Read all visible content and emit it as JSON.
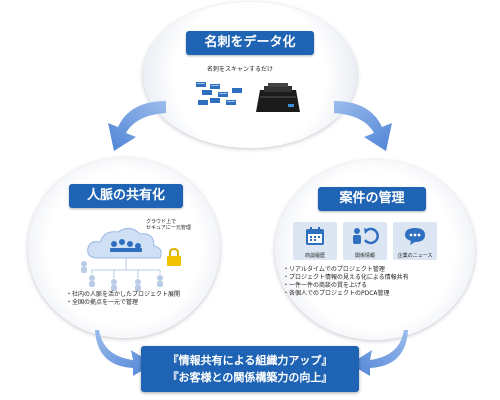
{
  "top": {
    "title": "名刺をデータ化",
    "caption": "名刺をスキャンするだけ"
  },
  "left": {
    "title": "人脈の共有化",
    "cloud_caption": [
      "クラウド上で",
      "セキュアに一元管理"
    ],
    "bullets": [
      "・社内の人脈を活かしたプロジェクト展開",
      "・全国の拠点を一元で管理"
    ]
  },
  "right": {
    "title": "案件の管理",
    "icons": [
      "商談履歴",
      "関係情報",
      "企業のニュース"
    ],
    "bullets": [
      "・リアルタイムでのプロジェクト管理",
      "・プロジェクト情報の見える化による情報共有",
      "・一件一件の商談の質を上げる",
      "・各個人でのプロジェクトのPDCA管理"
    ]
  },
  "bottom": {
    "line1": "『情報共有による組織力アップ』",
    "line2": "『お客様との関係構築力の向上』"
  },
  "colors": {
    "accent": "#1f64b4",
    "arrow": "#6f9be0",
    "card": "#dce6f3"
  },
  "icon_names": [
    "business-card-icon",
    "scanner-icon",
    "cloud-icon",
    "person-icon",
    "lock-icon",
    "calendar-icon",
    "people-sync-icon",
    "chat-bubble-icon"
  ]
}
